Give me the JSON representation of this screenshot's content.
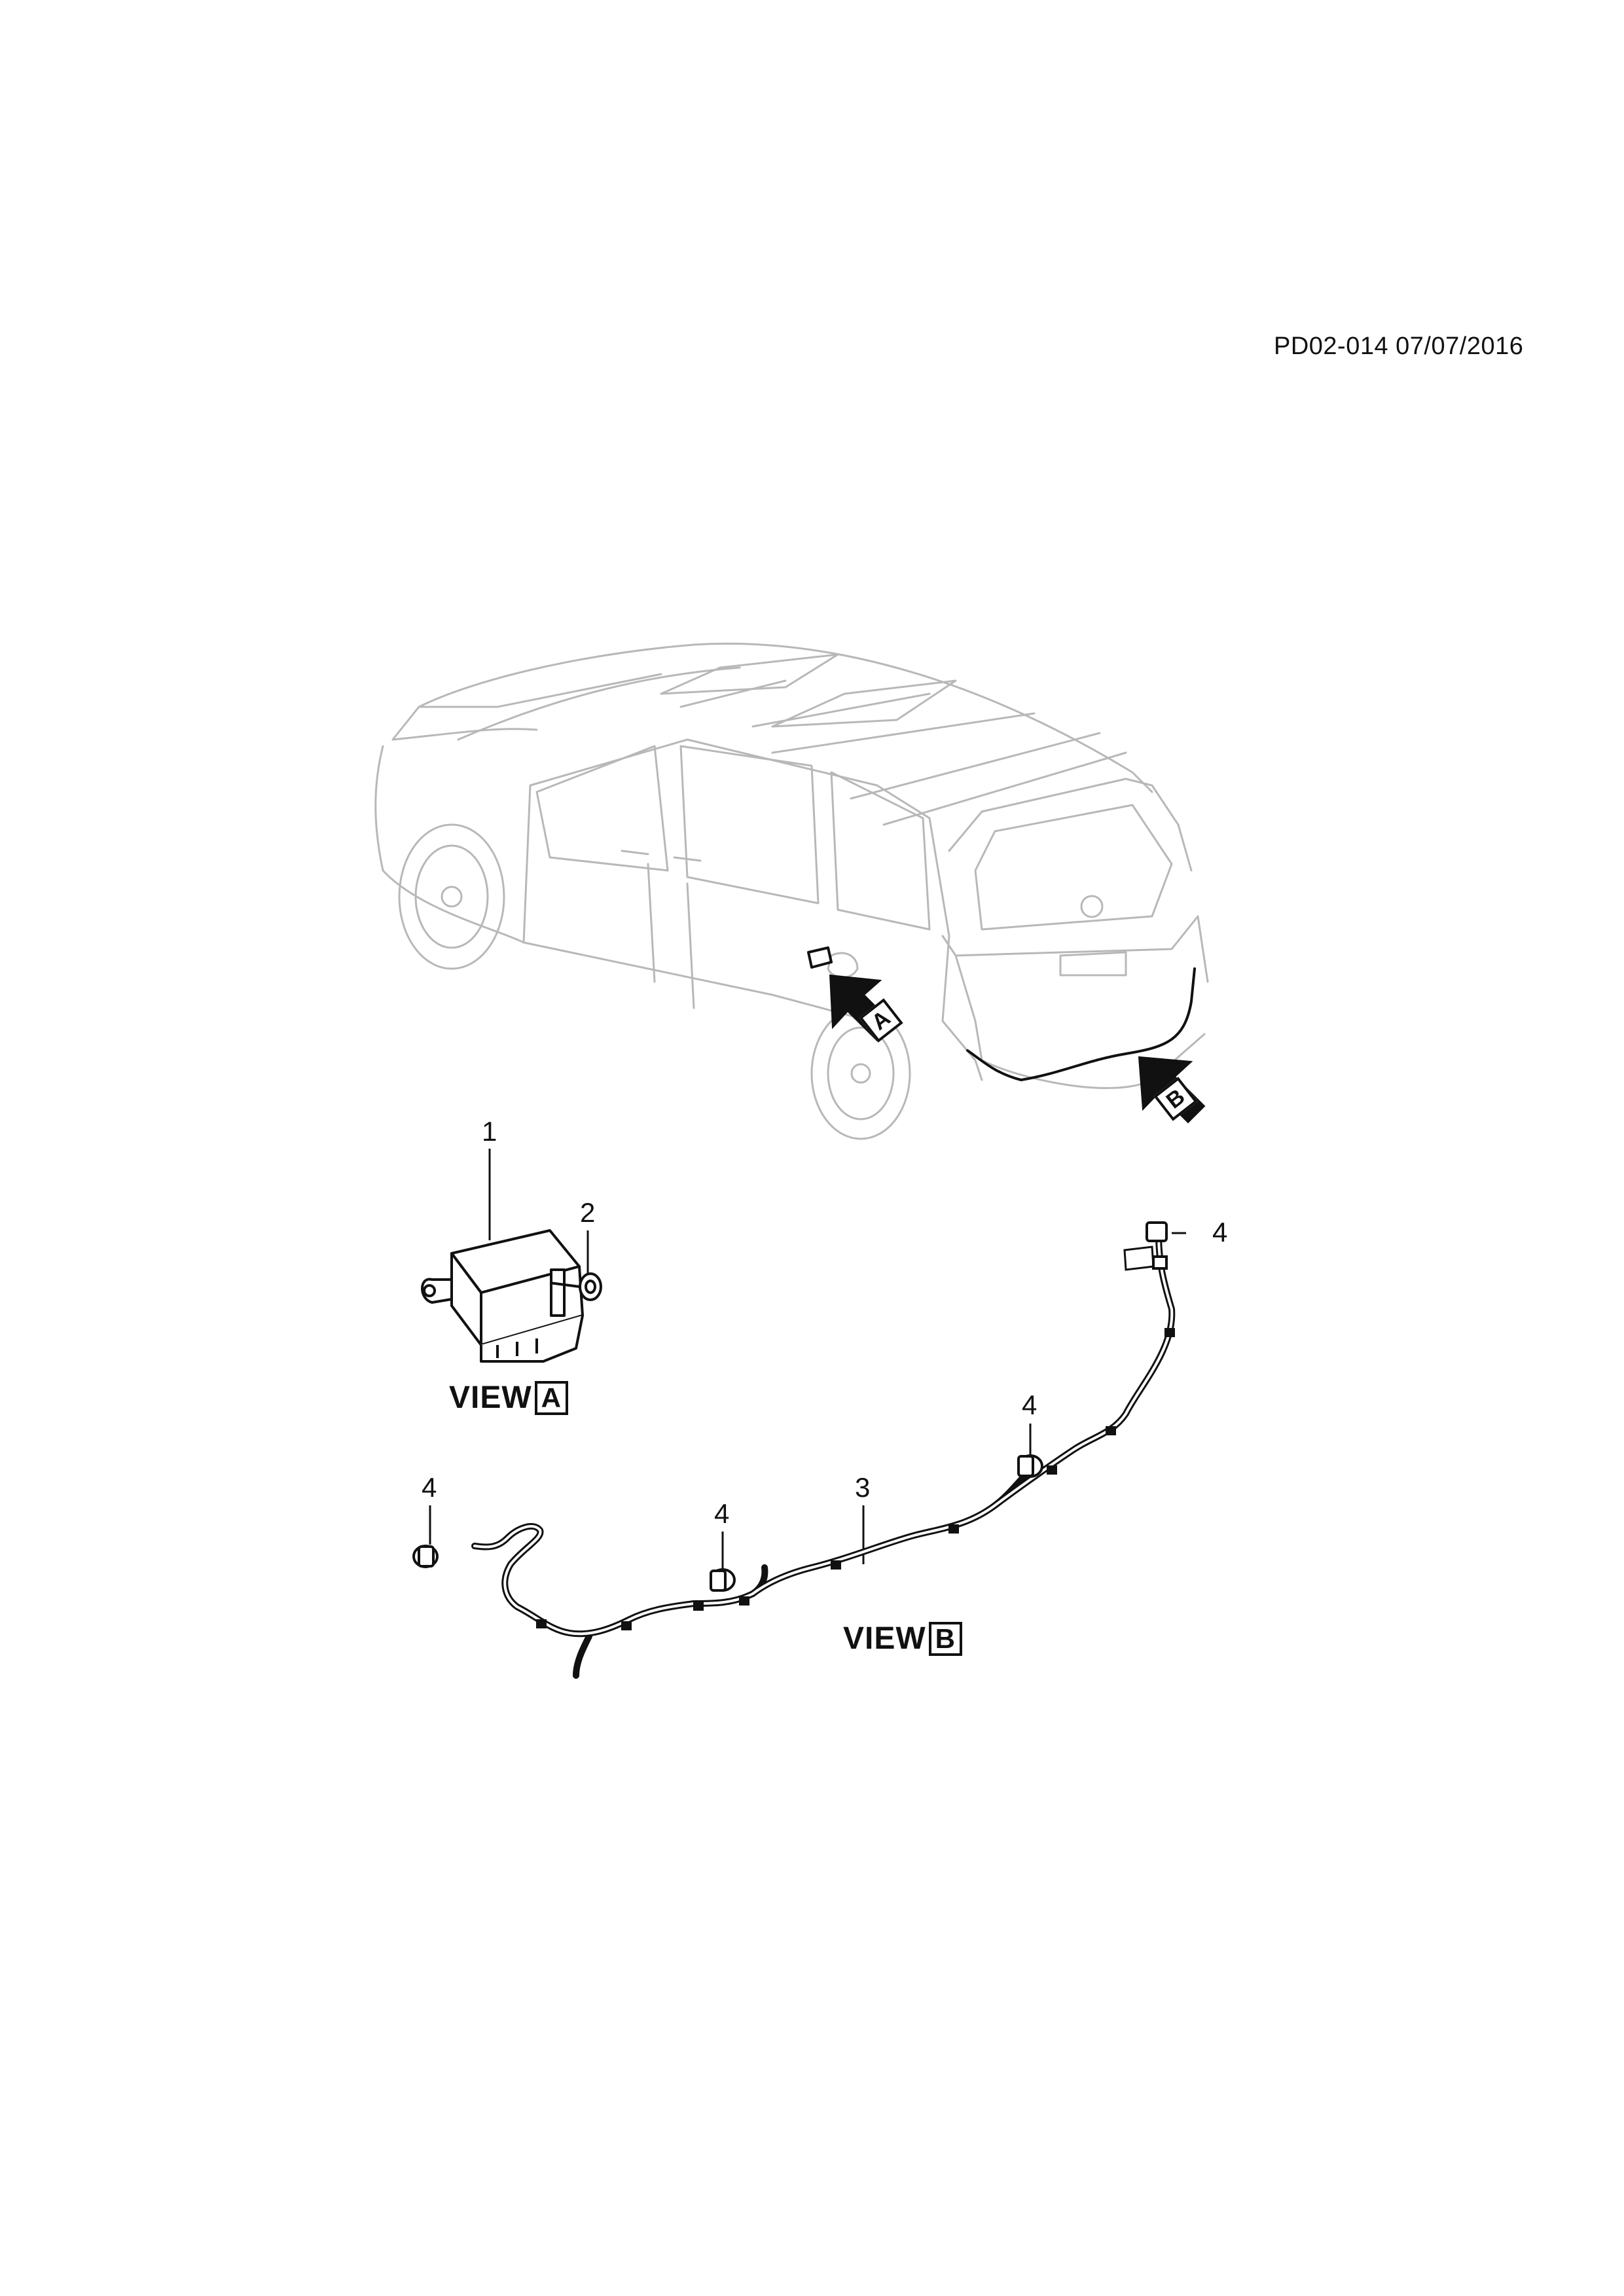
{
  "doc_code": "PD02-014 07/07/2016",
  "callouts": {
    "c1": "1",
    "c2": "2",
    "c3": "3",
    "c4a": "4",
    "c4b": "4",
    "c4c": "4",
    "c4d": "4"
  },
  "views": {
    "a_prefix": "VIEW",
    "a_letter": "A",
    "b_prefix": "VIEW",
    "b_letter": "B"
  },
  "arrow_tags": {
    "a": "A",
    "b": "B"
  }
}
